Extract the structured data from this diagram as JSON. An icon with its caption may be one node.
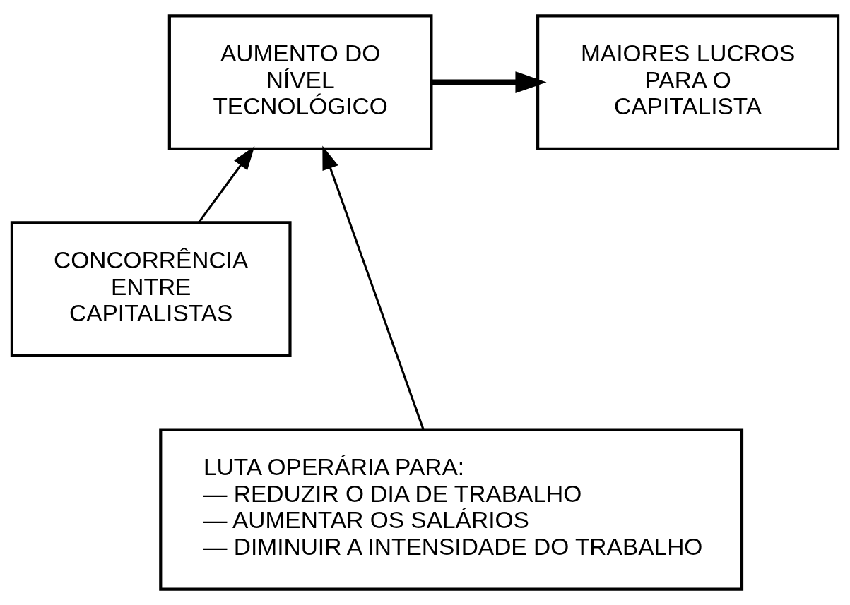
{
  "diagram": {
    "nodes": [
      {
        "text": [
          "AUMENTO DO NÍVEL TECNOLÓGICO"
        ]
      },
      {
        "text": [
          "MAIORES LUCROS PARA O CAPITALISTA"
        ]
      },
      {
        "text": [
          "CONCORRÊNCIA ENTRE CAPITALISTAS"
        ]
      },
      {
        "text": [
          "LUTA OPERÁRIA PARA:",
          "— REDUZIR O DIA DE TRABALHO",
          "— AUMENTAR OS SALÁRIOS",
          "— DIMINUIR A INTENSIDADE DO TRABALHO"
        ]
      }
    ],
    "edges": [
      {
        "from": 0,
        "to": 1,
        "arrow": "to",
        "style": "thick"
      },
      {
        "from": 2,
        "to": 0,
        "arrow": "to"
      },
      {
        "from": 3,
        "to": 0,
        "arrow": "to"
      }
    ]
  }
}
